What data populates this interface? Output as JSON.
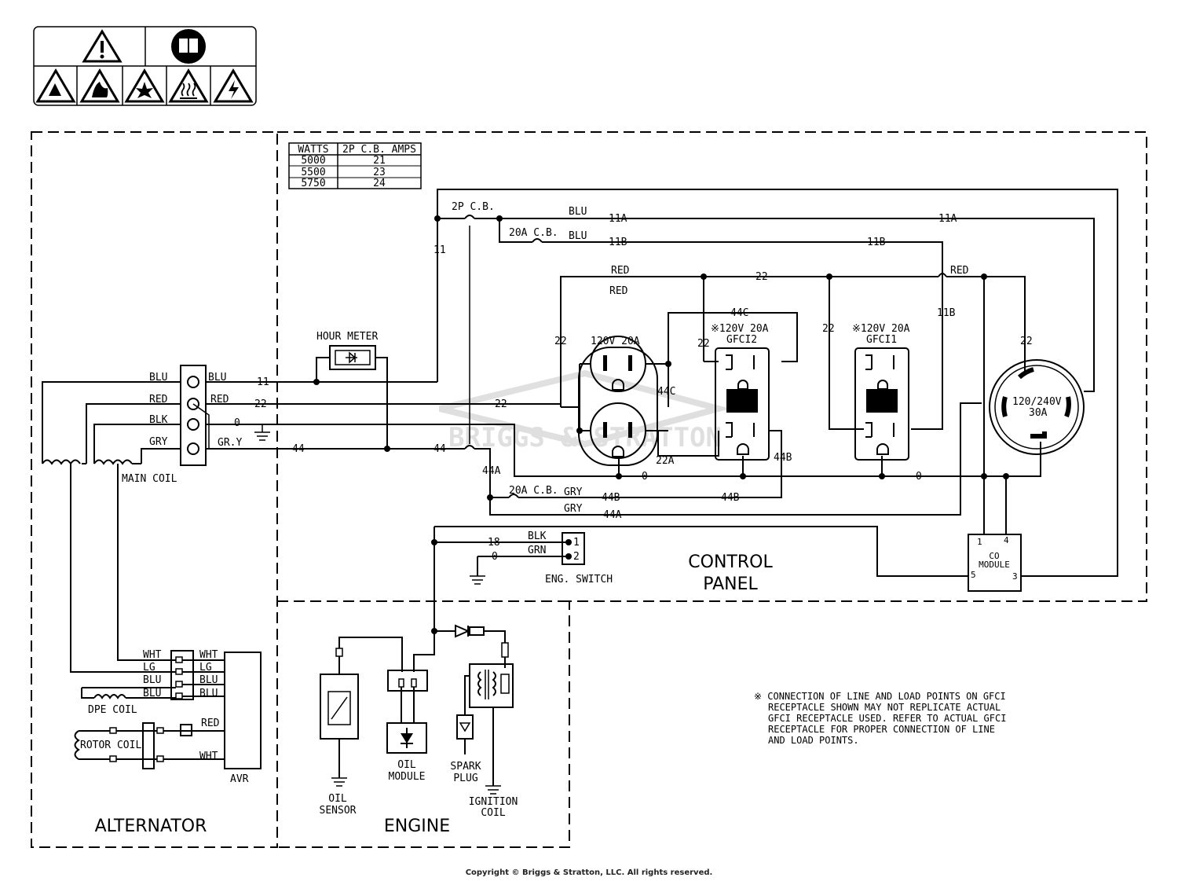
{
  "diagram": {
    "watts_table": {
      "headers": [
        "WATTS",
        "2P C.B. AMPS"
      ],
      "rows": [
        [
          "5000",
          "21"
        ],
        [
          "5500",
          "23"
        ],
        [
          "5750",
          "24"
        ]
      ]
    },
    "sections": {
      "alternator": "ALTERNATOR",
      "engine": "ENGINE",
      "control_panel_line1": "CONTROL",
      "control_panel_line2": "PANEL"
    },
    "components": {
      "hour_meter": "HOUR METER",
      "main_coil": "MAIN COIL",
      "dpe_coil": "DPE COIL",
      "rotor_coil": "ROTOR COIL",
      "avr": "AVR",
      "eng_switch": "ENG. SWITCH",
      "oil_sensor_1": "OIL",
      "oil_sensor_2": "SENSOR",
      "oil_module_1": "OIL",
      "oil_module_2": "MODULE",
      "spark_plug_1": "SPARK",
      "spark_plug_2": "PLUG",
      "ignition_coil_1": "IGNITION",
      "ignition_coil_2": "COIL",
      "co_module_1": "CO",
      "co_module_2": "MODULE",
      "receptacle_duplex": "120V 20A",
      "gfci2_rating": "※120V 20A",
      "gfci2_name": "GFCI2",
      "gfci1_rating": "※120V 20A",
      "gfci1_name": "GFCI1",
      "twist_lock_1": "120/240V",
      "twist_lock_2": "30A",
      "cb_2p": "2P C.B.",
      "cb_20a_top": "20A C.B.",
      "cb_20a_bottom": "20A C.B.",
      "watermark": "BRIGGS & STRATTON"
    },
    "wire_labels": {
      "blu": "BLU",
      "red": "RED",
      "blk": "BLK",
      "gry": "GRY",
      "gry_dot": "GR.Y",
      "wht": "WHT",
      "lg": "LG",
      "grn": "GRN",
      "w0": "0",
      "w11": "11",
      "w11a": "11A",
      "w11b": "11B",
      "w18": "18",
      "w22": "22",
      "w22a": "22A",
      "w44": "44",
      "w44a": "44A",
      "w44b": "44B",
      "w44c": "44C",
      "pin1": "1",
      "pin2": "2",
      "pin3": "3",
      "pin4": "4",
      "pin5": "5"
    },
    "note": [
      "※ CONNECTION OF LINE AND LOAD POINTS ON GFCI",
      "RECEPTACLE SHOWN MAY NOT REPLICATE ACTUAL",
      "GFCI RECEPTACLE USED. REFER TO ACTUAL GFCI",
      "RECEPTACLE FOR PROPER CONNECTION OF LINE",
      "AND LOAD POINTS."
    ],
    "copyright": "Copyright © Briggs & Stratton, LLC. All rights reserved."
  }
}
